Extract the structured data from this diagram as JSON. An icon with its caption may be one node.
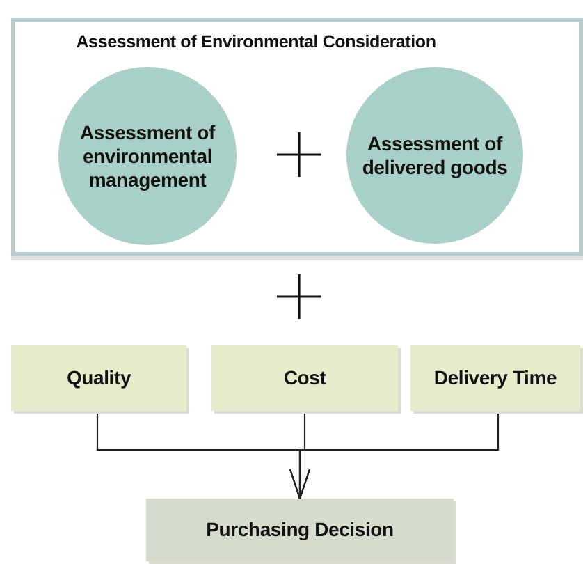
{
  "diagram": {
    "nodes": [
      {
        "text": [
          "Assessment of Environmental Consideration"
        ]
      },
      {
        "text": [
          "Assessment of environmental management"
        ],
        "in": 0
      },
      {
        "text": [
          "Assessment of delivered goods"
        ],
        "in": 0
      },
      {
        "text": [
          "Quality"
        ]
      },
      {
        "text": [
          "Cost"
        ]
      },
      {
        "text": [
          "Delivery Time"
        ]
      },
      {
        "text": [
          "Purchasing Decision"
        ]
      }
    ],
    "edges": [
      {
        "from": 3,
        "to": 6,
        "arrow": "to"
      },
      {
        "from": 4,
        "to": 6,
        "arrow": "to"
      },
      {
        "from": 5,
        "to": 6,
        "arrow": "to"
      }
    ]
  }
}
